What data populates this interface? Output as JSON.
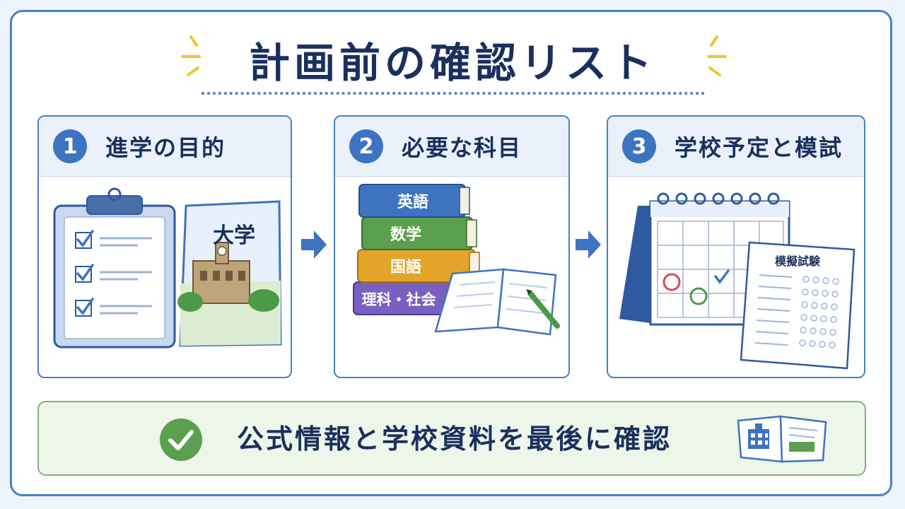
{
  "title": "計画前の確認リスト",
  "steps": [
    {
      "number": "1",
      "label": "進学の目的",
      "pennant_text": "大学"
    },
    {
      "number": "2",
      "label": "必要な科目",
      "books": [
        "英語",
        "数学",
        "国語",
        "理科・社会"
      ]
    },
    {
      "number": "3",
      "label": "学校予定と模試",
      "exam_title": "模擬試験"
    }
  ],
  "banner": {
    "text": "公式情報と学校資料を最後に確認"
  },
  "colors": {
    "primary": "#3e73c2",
    "navy": "#1b2f5e",
    "accent_yellow": "#f2c230",
    "success_green": "#5aa04e",
    "book_english": "#3e73c2",
    "book_math": "#5aa04e",
    "book_japanese": "#e3a42a",
    "book_science_social": "#7a5fc2"
  }
}
